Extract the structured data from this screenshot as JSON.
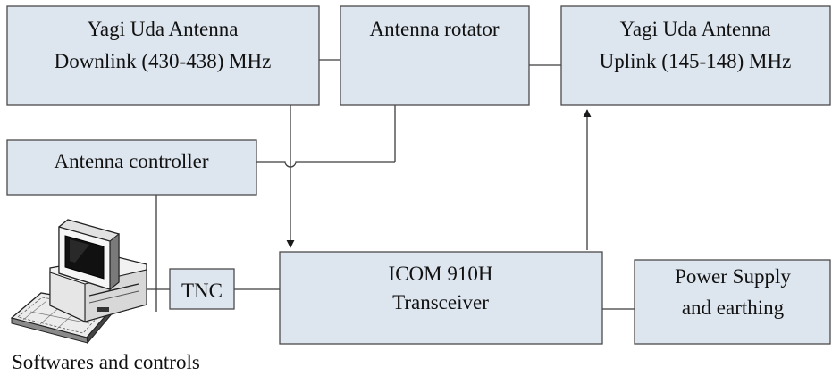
{
  "blocks": {
    "downlink": {
      "line1": "Yagi Uda Antenna",
      "line2": "Downlink (430-438) MHz"
    },
    "rotator": {
      "label": "Antenna rotator"
    },
    "uplink": {
      "line1": "Yagi Uda Antenna",
      "line2": "Uplink (145-148) MHz"
    },
    "controller": {
      "label": "Antenna controller"
    },
    "tnc": {
      "label": "TNC"
    },
    "transceiver": {
      "line1": "ICOM 910H",
      "line2": "Transceiver"
    },
    "power": {
      "line1": "Power Supply",
      "line2": "and earthing"
    }
  },
  "computer": {
    "caption": "Softwares and controls",
    "icon": "desktop-computer-icon"
  },
  "colors": {
    "block_fill": "#dde5ee",
    "block_stroke": "#4a4a4a",
    "line": "#3c3c3c"
  }
}
